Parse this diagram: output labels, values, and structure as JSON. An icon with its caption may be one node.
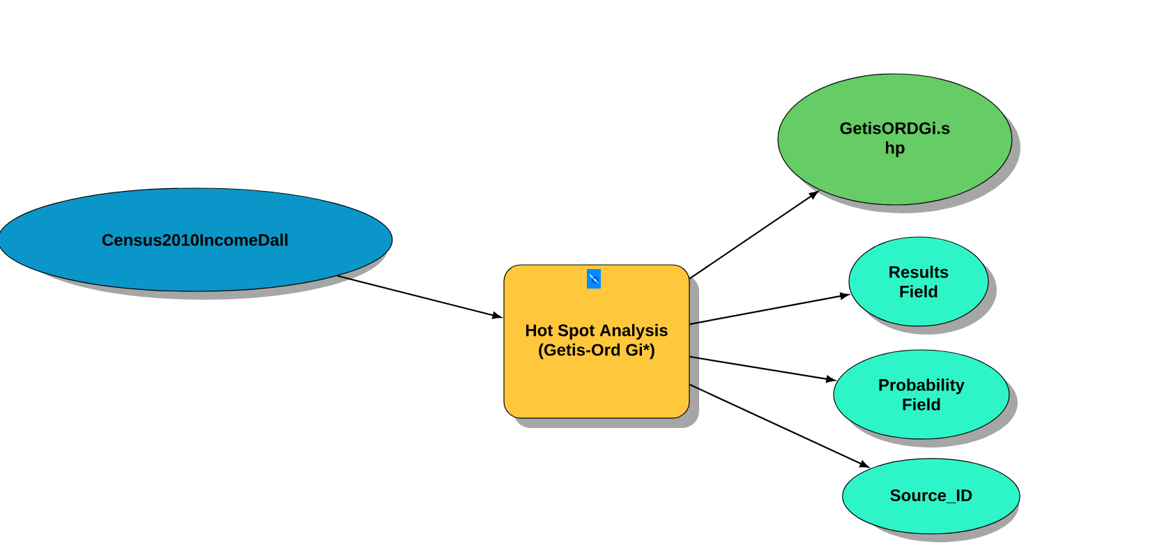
{
  "diagram": {
    "nodes": [
      {
        "text": [
          "Census2010IncomeDall"
        ]
      },
      {
        "text": [
          "Hot Spot Analysis (Getis-Ord Gi*)"
        ]
      },
      {
        "text": [
          "GetisORDGi.s hp"
        ]
      },
      {
        "text": [
          "Results Field"
        ]
      },
      {
        "text": [
          "Probability Field"
        ]
      },
      {
        "text": [
          "Source_ID"
        ]
      }
    ],
    "edges": [
      {
        "from": 0,
        "to": 1,
        "arrow": "to"
      },
      {
        "from": 1,
        "to": 2,
        "arrow": "to"
      },
      {
        "from": 1,
        "to": 3,
        "arrow": "to"
      },
      {
        "from": 1,
        "to": 4,
        "arrow": "to"
      },
      {
        "from": 1,
        "to": 5,
        "arrow": "to"
      }
    ]
  }
}
